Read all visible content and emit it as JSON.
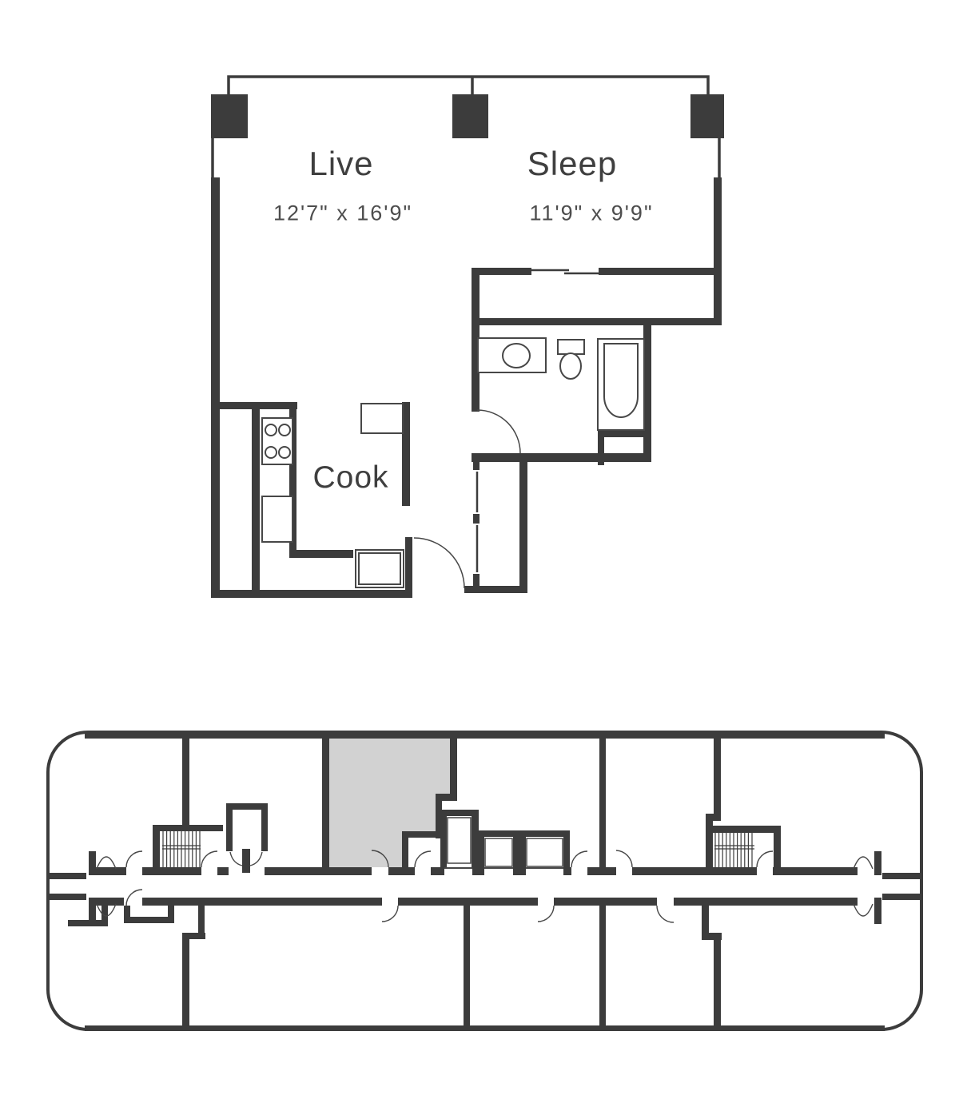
{
  "unit_plan": {
    "rooms": {
      "live": {
        "label": "Live",
        "dims": "12'7\" x 16'9\""
      },
      "sleep": {
        "label": "Sleep",
        "dims": "11'9\" x 9'9\""
      },
      "cook": {
        "label": "Cook"
      }
    },
    "fixtures": [
      "range-burners-icon",
      "kitchen-counter-icon",
      "kitchen-sink-icon",
      "refrigerator-icon",
      "vanity-sink-icon",
      "toilet-icon",
      "bathtub-icon",
      "closet-bifold-doors-icon",
      "sliding-closet-doors-icon",
      "door-swing-icon",
      "structural-column-icon",
      "window-wall-icon"
    ],
    "colors": {
      "wall": "#3c3c3c",
      "fixture_line": "#474747",
      "floor": "#ffffff"
    }
  },
  "key_plan": {
    "type": "building-floor-plate-key-plan",
    "highlighted_unit_color": "#d2d2d2",
    "elements": [
      "building-outline",
      "central-corridor",
      "stairwell-left",
      "stairwell-right",
      "elevator-bank",
      "utility-room",
      "unit-entry-door-swings",
      "corridor-end-double-doors",
      "highlighted-unit"
    ]
  }
}
